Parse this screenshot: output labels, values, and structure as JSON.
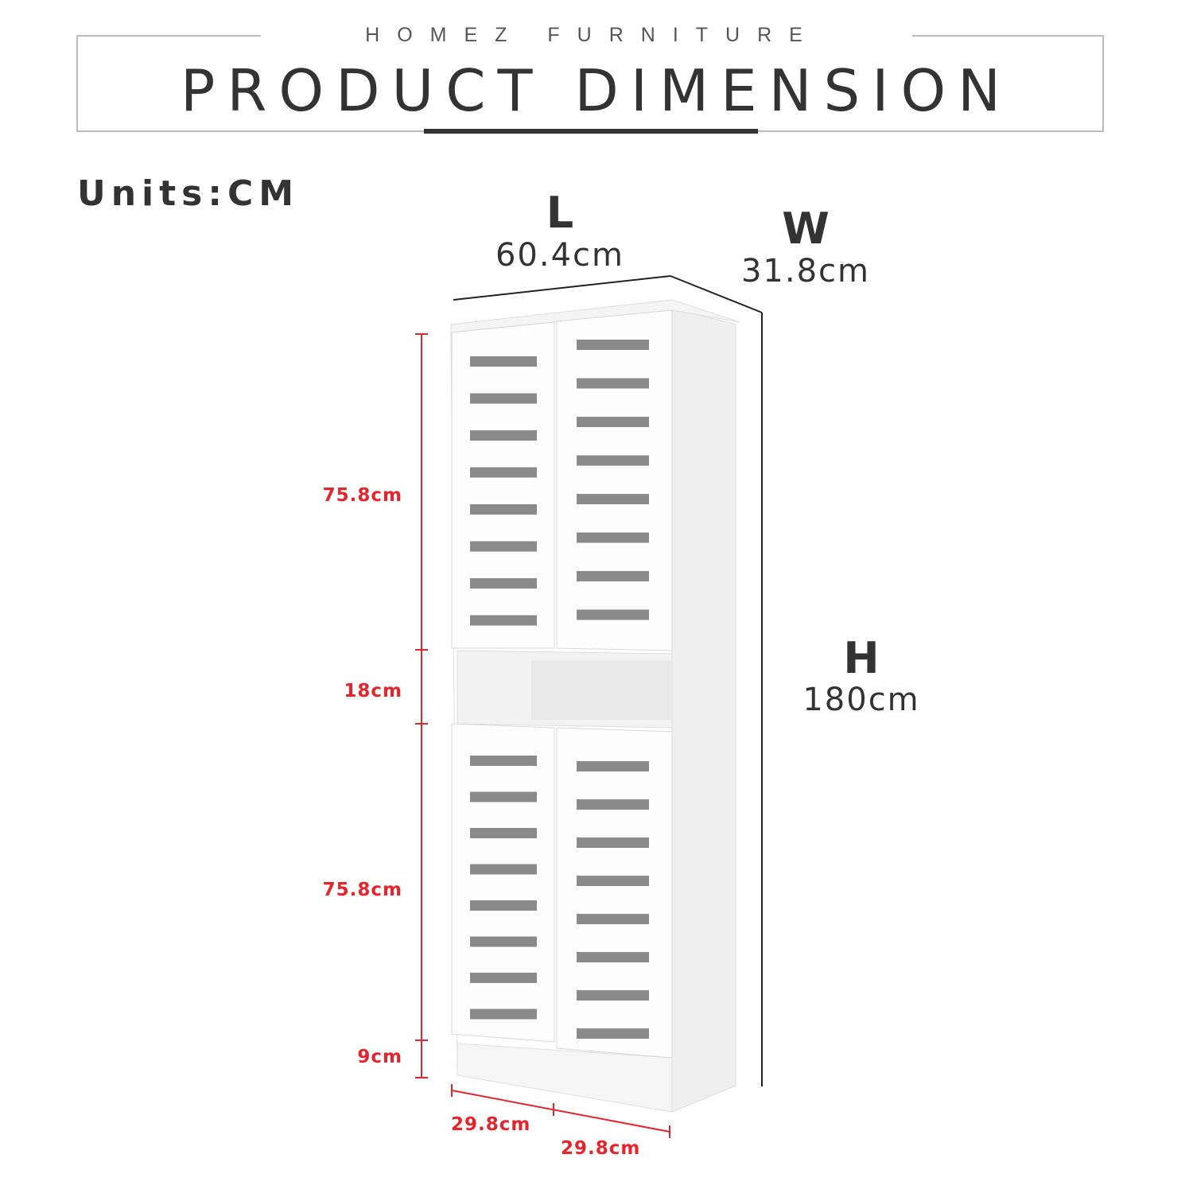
{
  "header": {
    "brand": "HOMEZ FURNITURE",
    "title": "PRODUCT DIMENSION"
  },
  "units_label": "Units:CM",
  "dimensions": {
    "length": {
      "letter": "L",
      "value": "60.4cm"
    },
    "width": {
      "letter": "W",
      "value": "31.8cm"
    },
    "height": {
      "letter": "H",
      "value": "180cm"
    }
  },
  "sections": {
    "upper_doors": "75.8cm",
    "open_shelf": "18cm",
    "lower_doors": "75.8cm",
    "plinth": "9cm",
    "left_door_width": "29.8cm",
    "right_door_width": "29.8cm"
  },
  "cabinet": {
    "slats_per_door": 8,
    "doors_per_section": 2
  },
  "colors": {
    "accent_red": "#e5242b",
    "text_dark": "#333333",
    "frame": "#bbbbbb"
  }
}
